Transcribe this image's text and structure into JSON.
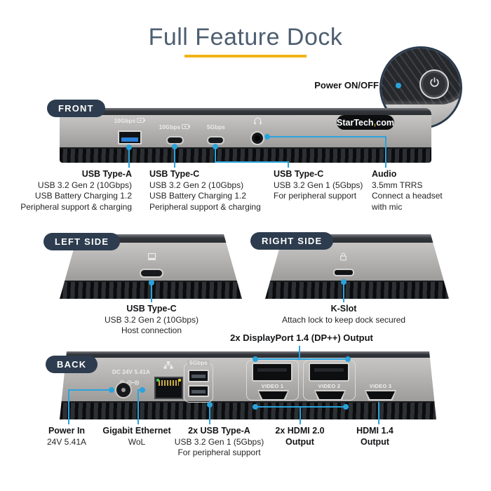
{
  "title": "Full Feature Dock",
  "power_callout": {
    "label": "Power ON/OFF"
  },
  "badges": {
    "front": "FRONT",
    "left_side": "LEFT SIDE",
    "right_side": "RIGHT SIDE",
    "back": "BACK"
  },
  "front": {
    "port_labels": {
      "usb_a": "10Gbps",
      "usb_c1": "10Gbps",
      "usb_c2": "5Gbps"
    },
    "logo": {
      "part1": "StarTech",
      "part2": "com"
    },
    "annotations": [
      {
        "title": "USB Type-A",
        "lines": [
          "USB 3.2 Gen 2 (10Gbps)",
          "USB Battery Charging 1.2",
          "Peripheral support & charging"
        ]
      },
      {
        "title": "USB Type-C",
        "lines": [
          "USB 3.2 Gen 2 (10Gbps)",
          "USB Battery Charging 1.2",
          "Peripheral support & charging"
        ]
      },
      {
        "title": "USB Type-C",
        "lines": [
          "USB 3.2 Gen 1 (5Gbps)",
          "For peripheral support"
        ]
      },
      {
        "title": "Audio",
        "lines": [
          "3.5mm TRRS",
          "Connect a headset",
          "with mic"
        ]
      }
    ]
  },
  "left_side": {
    "annotation": {
      "title": "USB Type-C",
      "lines": [
        "USB 3.2 Gen 2 (10Gbps)",
        "Host connection"
      ]
    }
  },
  "right_side": {
    "annotation": {
      "title": "K-Slot",
      "lines": [
        "Attach lock to keep dock secured"
      ]
    }
  },
  "back": {
    "dp_callout": "2x DisplayPort 1.4 (DP++) Output",
    "port_labels": {
      "dc_power": "DC 24V 5.41A",
      "usb_a": "5Gbps",
      "video1": "VIDEO 1",
      "video2": "VIDEO 2",
      "video3": "VIDEO 3"
    },
    "annotations": [
      {
        "title": "Power In",
        "lines": [
          "24V 5.41A"
        ]
      },
      {
        "title": "Gigabit Ethernet",
        "lines": [
          "WoL"
        ]
      },
      {
        "title": "2x USB Type-A",
        "lines": [
          "USB 3.2 Gen 1 (5Gbps)",
          "For peripheral support"
        ]
      },
      {
        "title": "2x HDMI 2.0",
        "lines": [
          "Output"
        ]
      },
      {
        "title": "HDMI 1.4",
        "lines": [
          "Output"
        ]
      }
    ]
  },
  "colors": {
    "accent_blue": "#2aa3dc",
    "badge_navy": "#2d3c4e",
    "underline_yellow": "#f3b318",
    "title_slate": "#4d5e70"
  }
}
